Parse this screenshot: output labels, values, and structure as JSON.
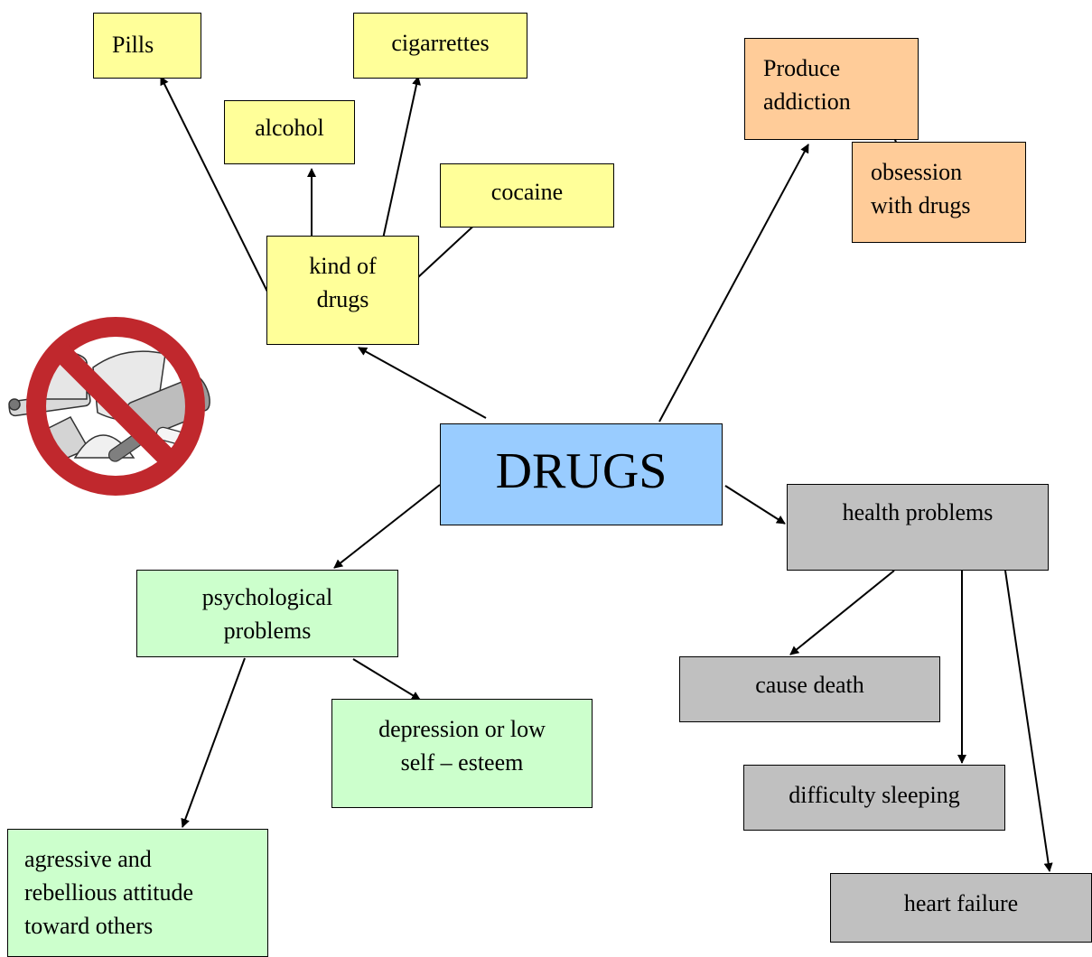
{
  "nodes": {
    "pills": "Pills",
    "cigarrettes": "cigarrettes",
    "alcohol": "alcohol",
    "cocaine": "cocaine",
    "kind_of_drugs": [
      "kind of",
      "drugs"
    ],
    "produce_addiction": [
      "Produce",
      "addiction"
    ],
    "obsession": [
      "obsession",
      "with drugs"
    ],
    "drugs": "DRUGS",
    "health_problems": "health problems",
    "psychological_problems": [
      "psychological",
      "problems"
    ],
    "depression": [
      "depression or low",
      "self – esteem"
    ],
    "cause_death": "cause death",
    "difficulty_sleeping": "difficulty sleeping",
    "aggressive": [
      "agressive and",
      "rebellious attitude",
      "toward others"
    ],
    "heart_failure": "heart failure"
  },
  "colors": {
    "yellow": "#ffff99",
    "orange": "#ffcc99",
    "blue": "#99ccff",
    "green": "#ccffcc",
    "gray": "#c0c0c0",
    "no_sign_red": "#c0282d"
  },
  "icons": [
    "no-drugs-icon"
  ]
}
